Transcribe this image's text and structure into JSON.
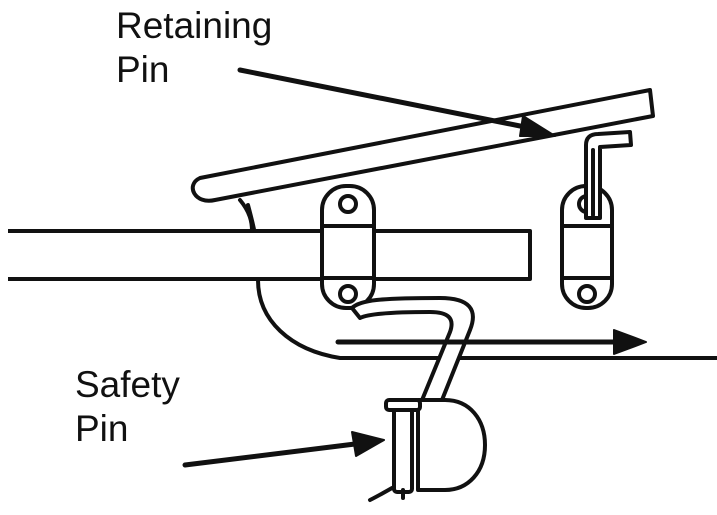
{
  "labels": {
    "retaining_pin_line1": "Retaining",
    "retaining_pin_line2": "Pin",
    "safety_pin_line1": "Safety",
    "safety_pin_line2": "Pin"
  },
  "colors": {
    "ink": "#111111",
    "background": "#ffffff"
  }
}
